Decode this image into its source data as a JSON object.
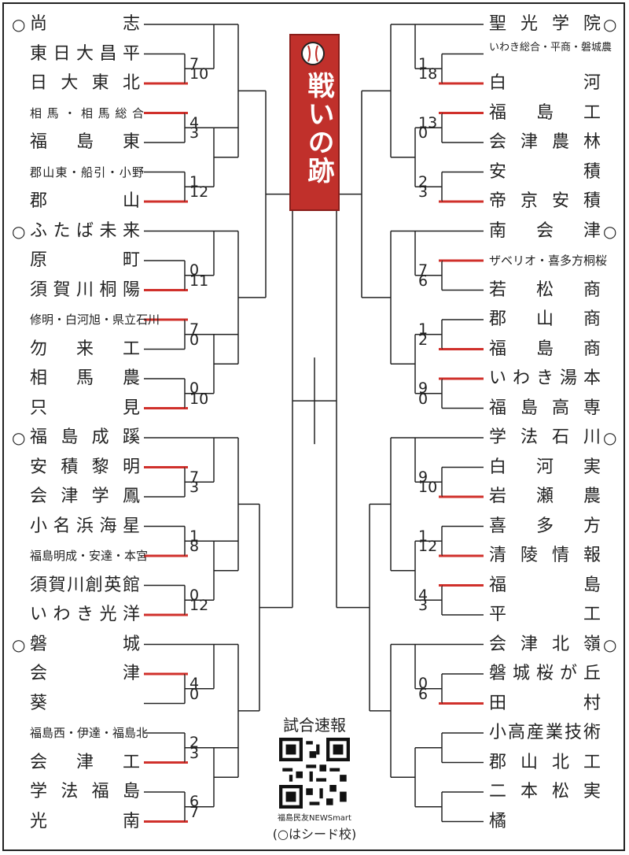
{
  "title": "戦いの跡",
  "seed_mark": "○",
  "qr_label": "試合速報",
  "qr_brand": "福島民友NEWSmart",
  "seed_note": "(○はシード校)",
  "colors": {
    "accent": "#d0302b",
    "line": "#222222",
    "title_bg": "#c0302b"
  },
  "left_teams": [
    {
      "name": "尚志",
      "seed": true
    },
    {
      "name": "東日大昌平"
    },
    {
      "name": "日大東北",
      "win": true
    },
    {
      "name": "相馬・相馬総合",
      "win": true,
      "small": true
    },
    {
      "name": "福島東"
    },
    {
      "name": "郡山東・船引・小野",
      "small": true
    },
    {
      "name": "郡山",
      "win": true
    },
    {
      "name": "ふたば未来",
      "seed": true
    },
    {
      "name": "原町"
    },
    {
      "name": "須賀川桐陽",
      "win": true
    },
    {
      "name": "修明・白河旭・県立石川",
      "win": true,
      "small": true
    },
    {
      "name": "勿来工"
    },
    {
      "name": "相馬農"
    },
    {
      "name": "只見",
      "win": true
    },
    {
      "name": "福島成蹊",
      "seed": true
    },
    {
      "name": "安積黎明",
      "win": true
    },
    {
      "name": "会津学鳳"
    },
    {
      "name": "小名浜海星"
    },
    {
      "name": "福島明成・安達・本宮",
      "win": true,
      "small": true
    },
    {
      "name": "須賀川創英館"
    },
    {
      "name": "いわき光洋",
      "win": true
    },
    {
      "name": "磐城",
      "seed": true
    },
    {
      "name": "会津",
      "win": true
    },
    {
      "name": "葵"
    },
    {
      "name": "福島西・伊達・福島北",
      "small": true
    },
    {
      "name": "会津工",
      "win": true
    },
    {
      "name": "学法福島"
    },
    {
      "name": "光南",
      "win": true
    }
  ],
  "right_teams": [
    {
      "name": "聖光学院",
      "seed": true
    },
    {
      "name": "いわき総合・平商・磐城農",
      "tiny": true
    },
    {
      "name": "白河",
      "win": true
    },
    {
      "name": "福島工",
      "win": true
    },
    {
      "name": "会津農林"
    },
    {
      "name": "安積"
    },
    {
      "name": "帝京安積",
      "win": true
    },
    {
      "name": "南会津",
      "seed": true
    },
    {
      "name": "ザベリオ・喜多方桐桜",
      "win": true,
      "small": true
    },
    {
      "name": "若松商"
    },
    {
      "name": "郡山商"
    },
    {
      "name": "福島商",
      "win": true
    },
    {
      "name": "いわき湯本",
      "win": true
    },
    {
      "name": "福島高専"
    },
    {
      "name": "学法石川",
      "seed": true
    },
    {
      "name": "白河実"
    },
    {
      "name": "岩瀬農",
      "win": true
    },
    {
      "name": "喜多方"
    },
    {
      "name": "清陵情報",
      "win": true
    },
    {
      "name": "福島",
      "win": true
    },
    {
      "name": "平工"
    },
    {
      "name": "会津北嶺",
      "seed": true
    },
    {
      "name": "磐城桜が丘"
    },
    {
      "name": "田村",
      "win": true
    },
    {
      "name": "小高産業技術"
    },
    {
      "name": "郡山北工"
    },
    {
      "name": "二本松実"
    },
    {
      "name": "橘"
    }
  ],
  "left_scores": [
    [
      "7",
      "10"
    ],
    [
      "4",
      "3"
    ],
    [
      "1",
      "12"
    ],
    [
      "0",
      "11"
    ],
    [
      "7",
      "0"
    ],
    [
      "0",
      "10"
    ],
    [
      "7",
      "3"
    ],
    [
      "1",
      "8"
    ],
    [
      "0",
      "12"
    ],
    [
      "4",
      "0"
    ],
    [
      "2",
      "3"
    ],
    [
      "6",
      "7"
    ]
  ],
  "right_scores": [
    [
      "1",
      "18"
    ],
    [
      "13",
      "0"
    ],
    [
      "2",
      "3"
    ],
    [
      "7",
      "6"
    ],
    [
      "1",
      "2"
    ],
    [
      "9",
      "0"
    ],
    [
      "9",
      "10"
    ],
    [
      "1",
      "12"
    ],
    [
      "4",
      "3"
    ],
    [
      "0",
      "6"
    ]
  ]
}
